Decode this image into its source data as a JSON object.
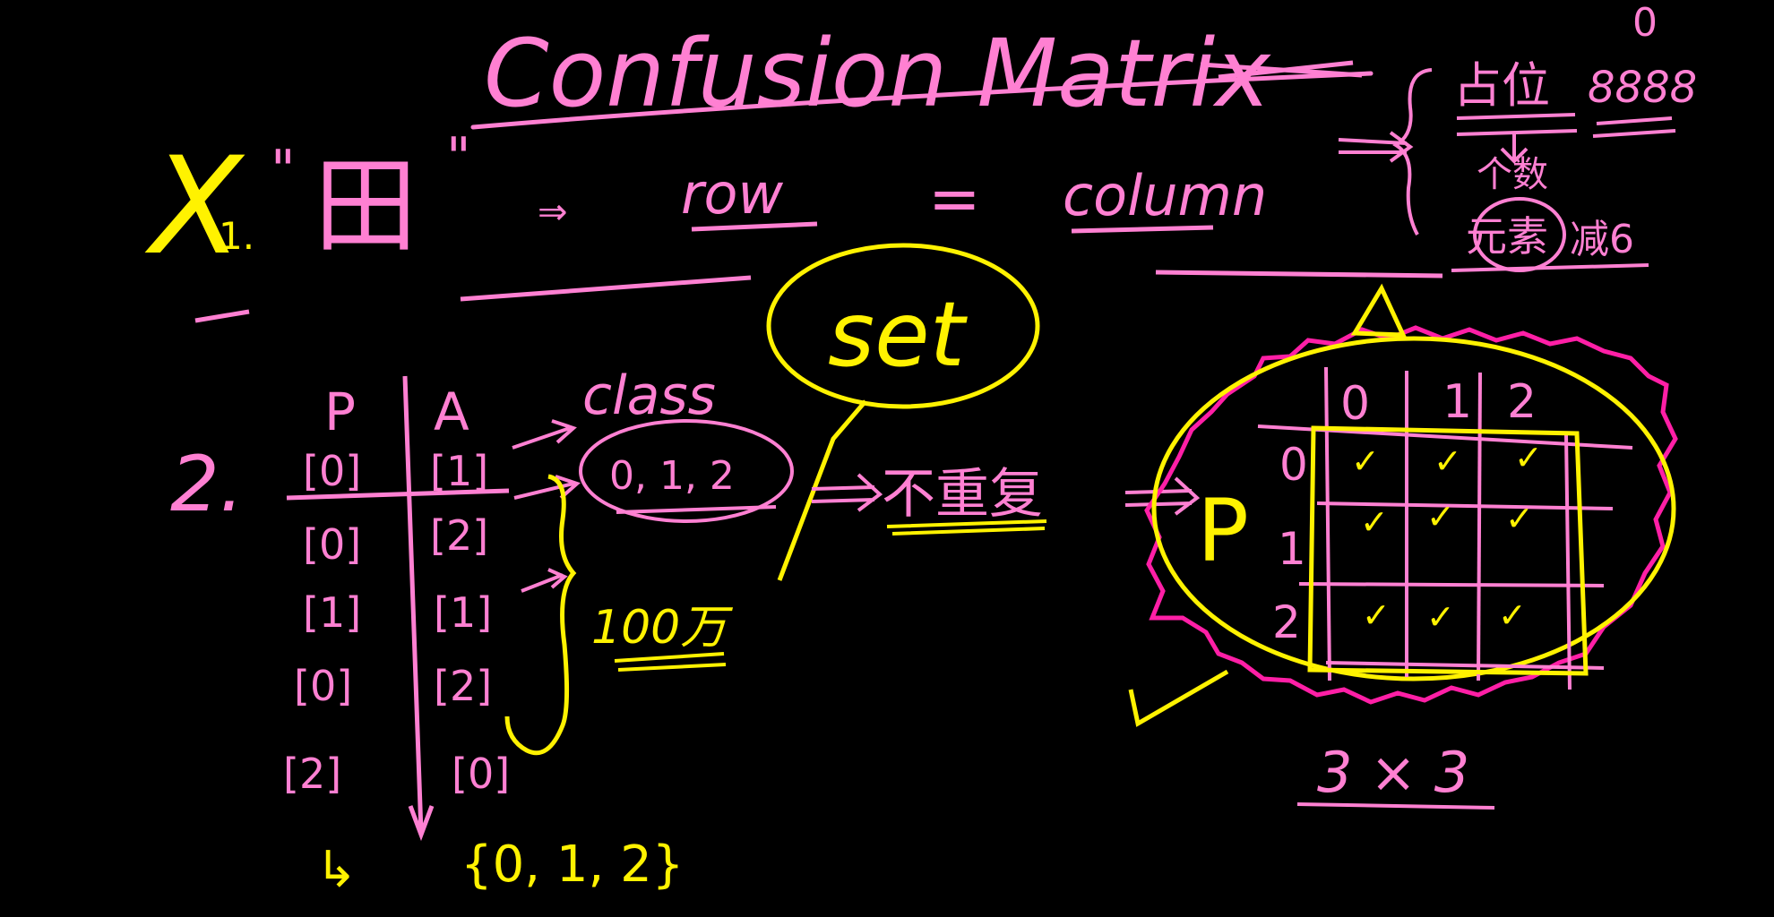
{
  "colors": {
    "background": "#000000",
    "pink": "#ff80d2",
    "magenta": "#ff1fa6",
    "yellow": "#fff200"
  },
  "header": {
    "title": "Confusion Matrix",
    "superscript_digit": "0",
    "right_digits": "8888",
    "cjk_top": "占位",
    "cjk_mid": "个数",
    "cjk_circled": "元素",
    "cjk_right": "减6"
  },
  "line1": {
    "mark": "X",
    "num": "1.",
    "quote_open": "\"",
    "quote_close": "\"",
    "grid_glyph": "田",
    "arrow": "⇒",
    "row_word": "row",
    "equals": "=",
    "column_word": "column"
  },
  "line2": {
    "num": "2.",
    "col_p": "P",
    "col_a": "A",
    "p_values": [
      "[0]",
      "[0]",
      "[1]",
      "[0]",
      "[2]"
    ],
    "a_values": [
      "[1]",
      "[2]",
      "[1]",
      "[2]",
      "[0]"
    ],
    "class_word": "class",
    "class_set": "0, 1, 2",
    "set_word": "set",
    "no_repeat": "不重复",
    "count": "100万",
    "bottom_arrow": "↳",
    "bottom_set": "{0, 1, 2}"
  },
  "matrix": {
    "row_label": "P",
    "col_headers": [
      "0",
      "1",
      "2"
    ],
    "row_headers": [
      "0",
      "1",
      "2"
    ],
    "cell_mark": "✓",
    "size": "3 × 3"
  }
}
